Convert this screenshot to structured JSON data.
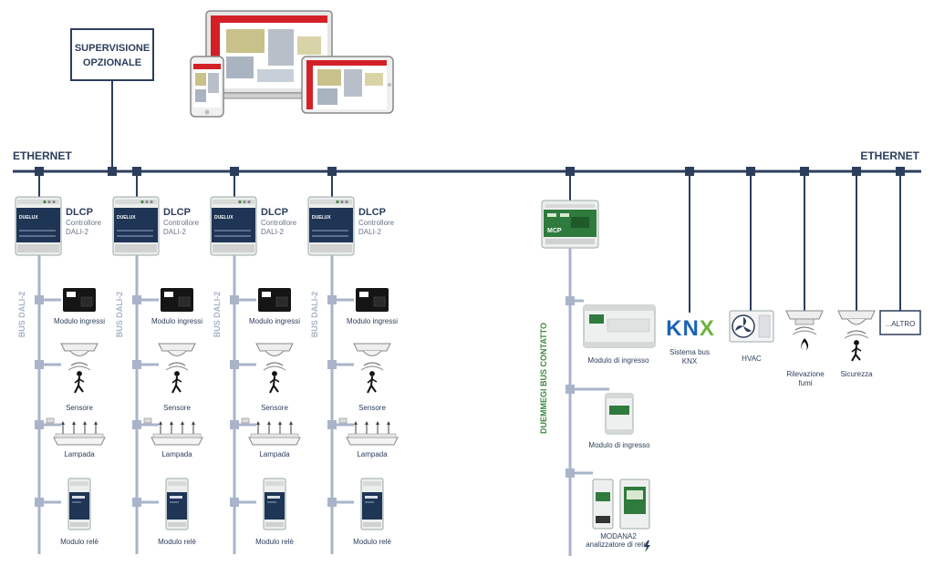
{
  "supervision": {
    "line1": "SUPERVISIONE",
    "line2": "OPZIONALE"
  },
  "ethernet": {
    "left": "ETHERNET",
    "right": "ETHERNET"
  },
  "dlcp_units": [
    {
      "title": "DLCP",
      "sub1": "Controllore",
      "sub2": "DALI-2",
      "badge": "DUELUX"
    },
    {
      "title": "DLCP",
      "sub1": "Controllore",
      "sub2": "DALI-2",
      "badge": "DUELUX"
    },
    {
      "title": "DLCP",
      "sub1": "Controllore",
      "sub2": "DALI-2",
      "badge": "DUELUX"
    },
    {
      "title": "DLCP",
      "sub1": "Controllore",
      "sub2": "DALI-2",
      "badge": "DUELUX"
    }
  ],
  "bus_dali_label": "BUS DALI-2",
  "dali_devices": {
    "input_module": "Modulo ingressi",
    "sensor": "Sensore",
    "lamp": "Lampada",
    "relay_module": "Modulo relè"
  },
  "mcp": {
    "label": "MCP",
    "bus_label": "DUEMMEGI BUS CONTATTO",
    "input_module_large": "Modulo di ingresso",
    "input_module_small": "Modulo di ingresso",
    "modana_line1": "MODANA2",
    "modana_line2": "analizzatore di rete"
  },
  "others": {
    "knx_logo": "KNX",
    "knx_line1": "Sistema bus",
    "knx_line2": "KNX",
    "hvac": "HVAC",
    "smoke_line1": "Rilevazione",
    "smoke_line2": "fumi",
    "security": "Sicurezza",
    "other": "...ALTRO"
  },
  "colors": {
    "navy": "#2c3e5c",
    "bus": "#a9b4ca",
    "green": "#3d8b3d",
    "device_dark": "#1f3555",
    "knx_blue": "#1c63b7",
    "knx_green": "#6cb33f",
    "accent_red": "#d32027"
  }
}
